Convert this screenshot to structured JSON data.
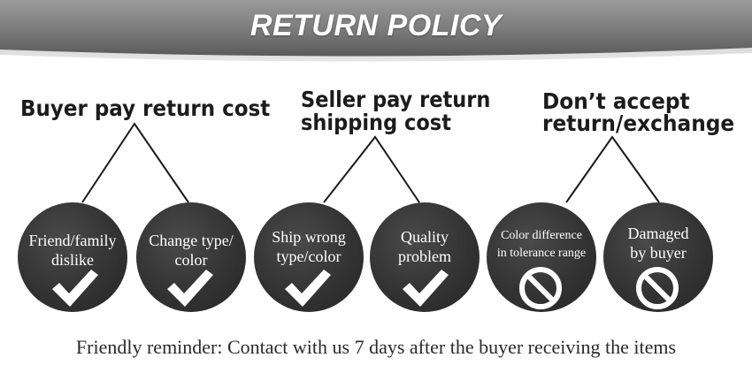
{
  "banner": {
    "title": "RETURN POLICY"
  },
  "groups": [
    {
      "heading_lines": [
        "Buyer pay return cost"
      ],
      "items": [
        {
          "label_lines": [
            "Friend/family",
            "dislike"
          ],
          "icon": "check-icon"
        },
        {
          "label_lines": [
            "Change type/",
            "color"
          ],
          "icon": "check-icon"
        }
      ]
    },
    {
      "heading_lines": [
        "Seller pay return",
        "shipping cost"
      ],
      "items": [
        {
          "label_lines": [
            "Ship wrong",
            "type/color"
          ],
          "icon": "check-icon"
        },
        {
          "label_lines": [
            "Quality",
            "problem"
          ],
          "icon": "check-icon"
        }
      ]
    },
    {
      "heading_lines": [
        "Don’t accept",
        "return/exchange"
      ],
      "items": [
        {
          "label_lines": [
            "Color difference",
            "in tolerance range"
          ],
          "icon": "no-entry-icon"
        },
        {
          "label_lines": [
            "Damaged",
            "by buyer"
          ],
          "icon": "no-entry-icon"
        }
      ]
    }
  ],
  "footer": {
    "text": "Friendly reminder: Contact with us 7 days after the buyer receiving the items"
  }
}
